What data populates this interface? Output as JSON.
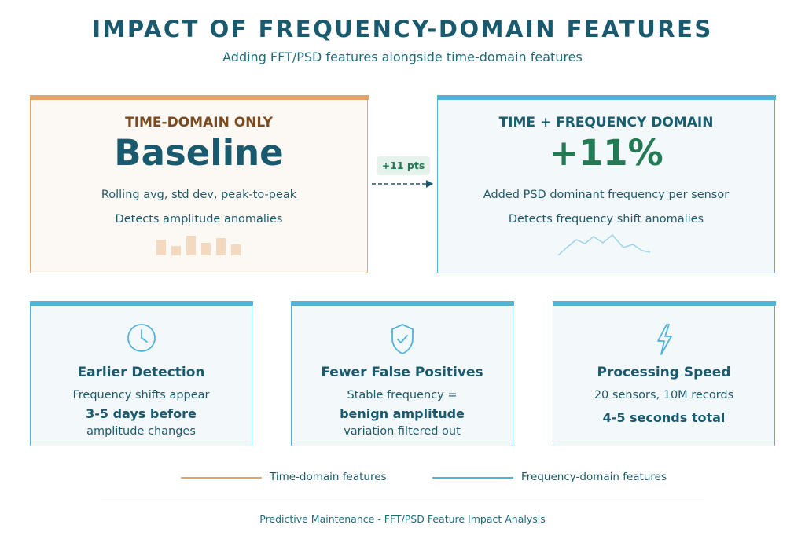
{
  "header": {
    "title": "IMPACT OF FREQUENCY-DOMAIN FEATURES",
    "subtitle": "Adding FFT/PSD features alongside time-domain features"
  },
  "comparison": {
    "time": {
      "label": "TIME-DOMAIN ONLY",
      "value": "Baseline",
      "desc1": "Rolling avg, std dev, peak-to-peak",
      "desc2": "Detects amplitude anomalies"
    },
    "freq": {
      "label": "TIME + FREQUENCY DOMAIN",
      "value": "+11%",
      "desc1": "Added PSD dominant frequency per sensor",
      "desc2": "Detects frequency shift anomalies"
    },
    "delta": "+11 pts"
  },
  "benefits": [
    {
      "icon": "clock-icon",
      "title": "Earlier Detection",
      "line1": "Frequency shifts appear",
      "bold": "3-5 days before",
      "line2": "amplitude changes"
    },
    {
      "icon": "shield-check-icon",
      "title": "Fewer False Positives",
      "line1": "Stable frequency =",
      "bold": "benign amplitude",
      "line2": "variation filtered out"
    },
    {
      "icon": "lightning-icon",
      "title": "Processing Speed",
      "line1": "20 sensors, 10M records",
      "bold": "4-5 seconds total",
      "line2": ""
    }
  ],
  "legend": {
    "time": "Time-domain features",
    "freq": "Frequency-domain features"
  },
  "colors": {
    "time": "#e2a56e",
    "freq": "#52b3d9",
    "positive": "#237a55",
    "text": "#1a5a6e"
  },
  "footer": "Predictive Maintenance - FFT/PSD Feature Impact Analysis"
}
